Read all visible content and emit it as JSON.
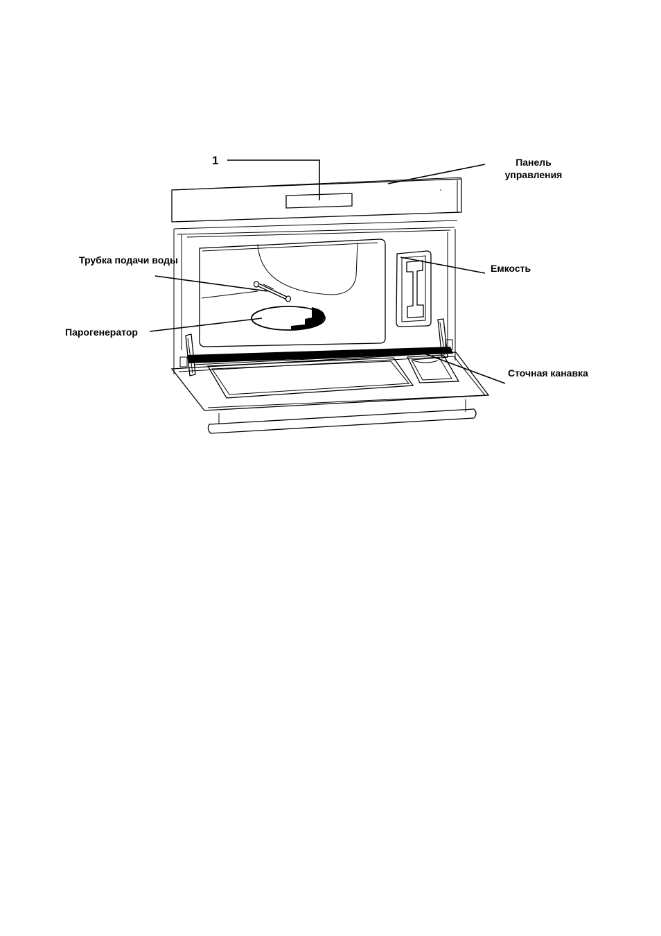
{
  "callouts": {
    "number_1": "1",
    "control_panel_line1": "Панель",
    "control_panel_line2": "управления",
    "water_tube": "Трубка подачи воды",
    "container": "Емкость",
    "steam_generator": "Парогенератор",
    "drain_channel": "Сточная канавка"
  }
}
